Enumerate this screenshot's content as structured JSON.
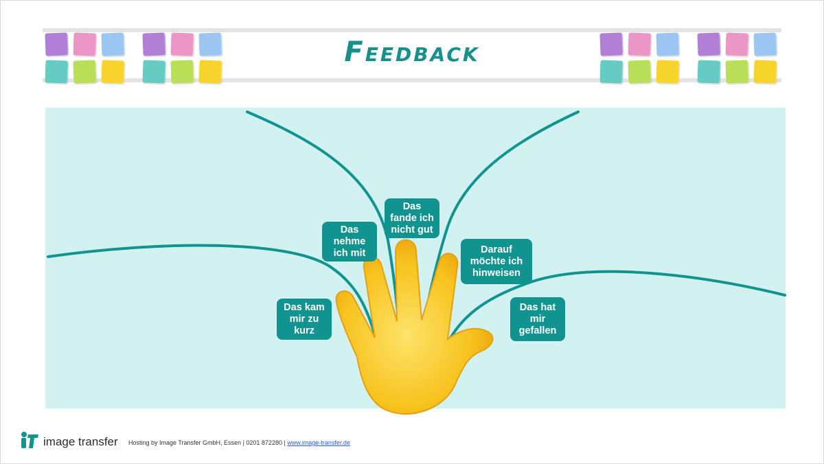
{
  "header": {
    "title": "Feedback"
  },
  "colors": {
    "accent": "#11948f",
    "canvas": "#d2f2f2",
    "hand": "#f7c21c",
    "sticky": [
      "#b27fd6",
      "#ec96c7",
      "#9cc6f2",
      "#66cbc2",
      "#b8df57",
      "#f7d42c"
    ]
  },
  "diagram": {
    "hand_icon": "raised-hand-emoji",
    "labels": [
      {
        "id": "kurz",
        "text": "Das kam\nmir zu\nkurz"
      },
      {
        "id": "mit",
        "text": "Das\nnehme\nich mit"
      },
      {
        "id": "nicht-gut",
        "text": "Das\nfande ich\nnicht gut"
      },
      {
        "id": "hinweisen",
        "text": "Darauf\nmöchte ich\nhinweisen"
      },
      {
        "id": "gefallen",
        "text": "Das hat\nmir\ngefallen"
      }
    ]
  },
  "footer": {
    "logo_text": "image transfer",
    "hosting_text": "Hosting by Image Transfer GmbH, Essen  |  0201 872280  |  ",
    "link_text": "www.image-transfer.de"
  }
}
